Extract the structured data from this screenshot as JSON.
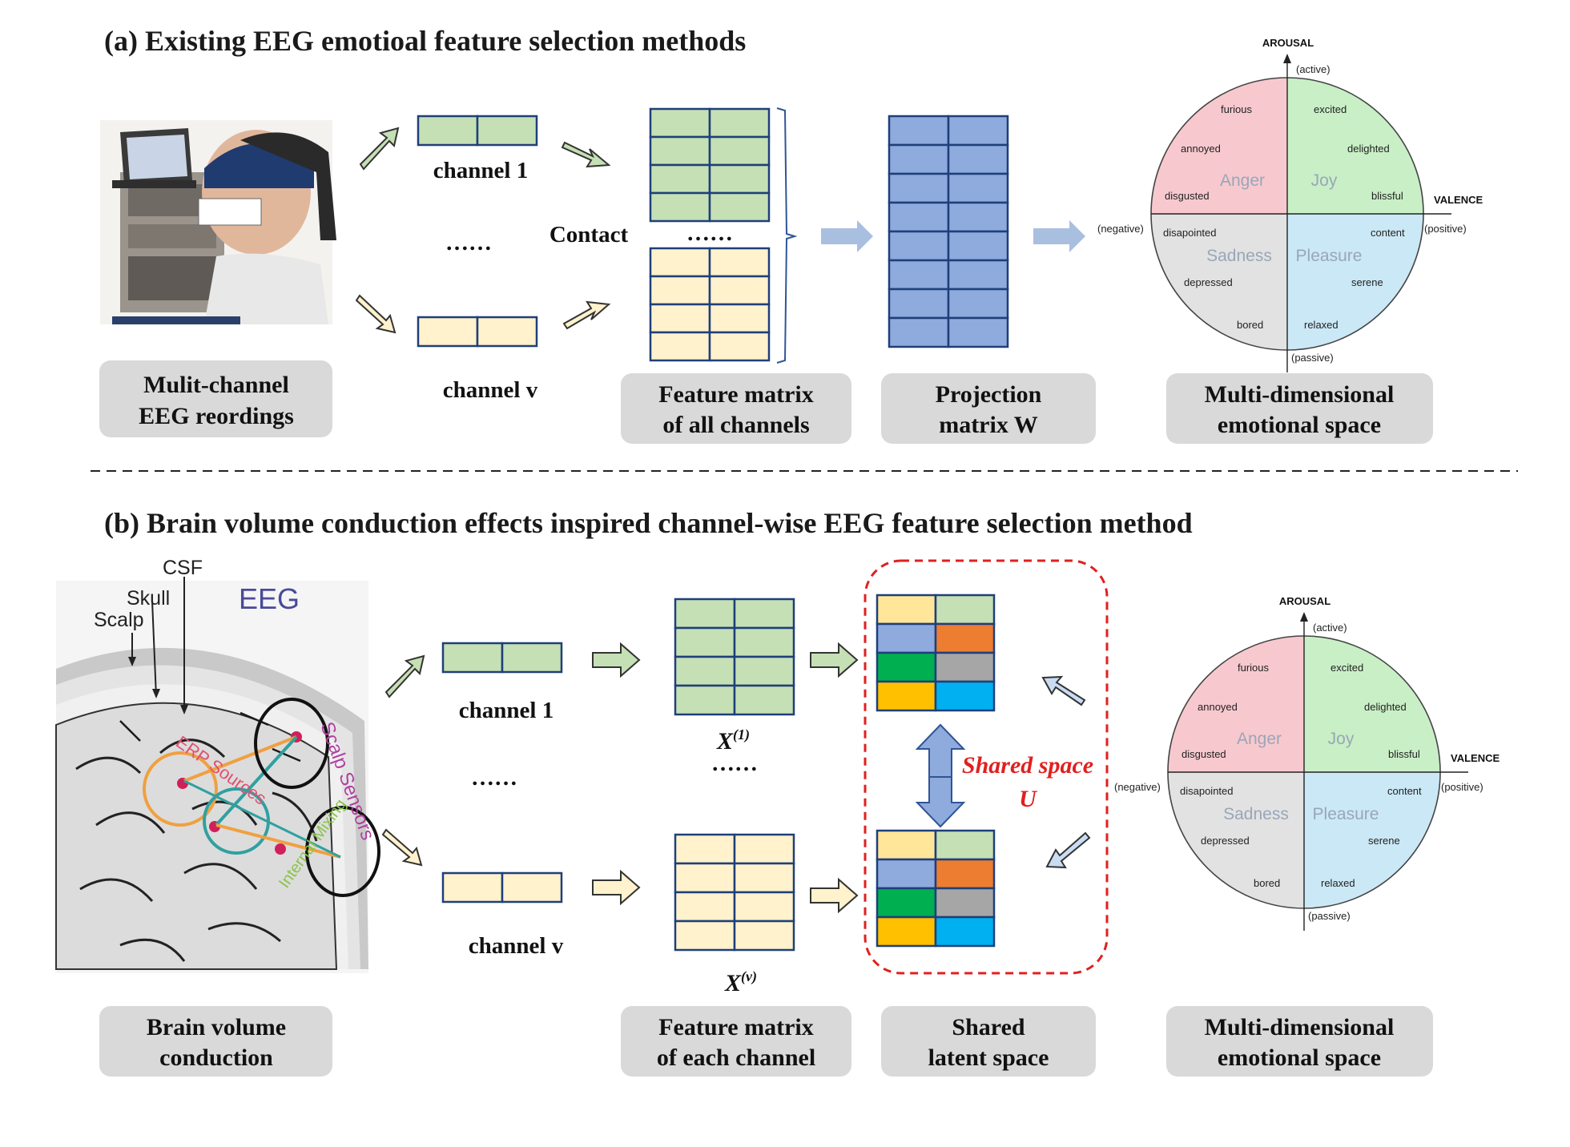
{
  "panel_a": {
    "title": "(a) Existing EEG emotioal feature selection methods",
    "channel_1": "channel 1",
    "channel_v": "channel v",
    "dots": "……",
    "contact": "Contact",
    "captions": {
      "recordings_line1": "Mulit-channel",
      "recordings_line2": "EEG reordings",
      "feature_line1": "Feature matrix",
      "feature_line2": "of all channels",
      "projection_line1": "Projection",
      "projection_line2": "matrix W",
      "space_line1": "Multi-dimensional",
      "space_line2": "emotional space"
    }
  },
  "panel_b": {
    "title": "(b) Brain volume conduction effects inspired channel-wise EEG feature selection method",
    "channel_1": "channel 1",
    "channel_v": "channel v",
    "dots": "……",
    "x1_base": "X",
    "x1_sup": "(1)",
    "xv_base": "X",
    "xv_sup": "(v)",
    "shared_space": "Shared space",
    "shared_u": "U",
    "brain_labels": {
      "csf": "CSF",
      "skull": "Skull",
      "scalp": "Scalp",
      "eeg": "EEG",
      "scalp_sensors": "Scalp Sensors",
      "erp_source": "ERP Sources",
      "internal": "Internal Mixing"
    },
    "captions": {
      "brain_line1": "Brain volume",
      "brain_line2": "conduction",
      "feature_line1": "Feature matrix",
      "feature_line2": "of each channel",
      "shared_line1": "Shared",
      "shared_line2": "latent space",
      "space_line1": "Multi-dimensional",
      "space_line2": "emotional space"
    }
  },
  "circumplex": {
    "arousal": "AROUSAL",
    "active": "(active)",
    "passive": "(passive)",
    "valence": "VALENCE",
    "negative": "(negative)",
    "positive": "(positive)",
    "quadrants": [
      "Anger",
      "Joy",
      "Sadness",
      "Pleasure"
    ],
    "words": {
      "furious": "furious",
      "excited": "excited",
      "annoyed": "annoyed",
      "delighted": "delighted",
      "disgusted": "disgusted",
      "blissful": "blissful",
      "disapointed": "disapointed",
      "content": "content",
      "depressed": "depressed",
      "serene": "serene",
      "bored": "bored",
      "relaxed": "relaxed"
    },
    "colors": {
      "anger": "#f7c9cf",
      "joy": "#c9efc6",
      "sadness": "#dadada",
      "pleasure": "#c8e6f5"
    }
  },
  "colors": {
    "green_cell": "#c5e0b4",
    "cream_cell": "#fff2cc",
    "blue_cell": "#8faadc",
    "shared_border": "#e02020",
    "latent_cells": [
      "#ffe699",
      "#c5e0b4",
      "#8faadc",
      "#ed7d31",
      "#00b050",
      "#a6a6a6",
      "#ffc000",
      "#00b0f0"
    ]
  }
}
